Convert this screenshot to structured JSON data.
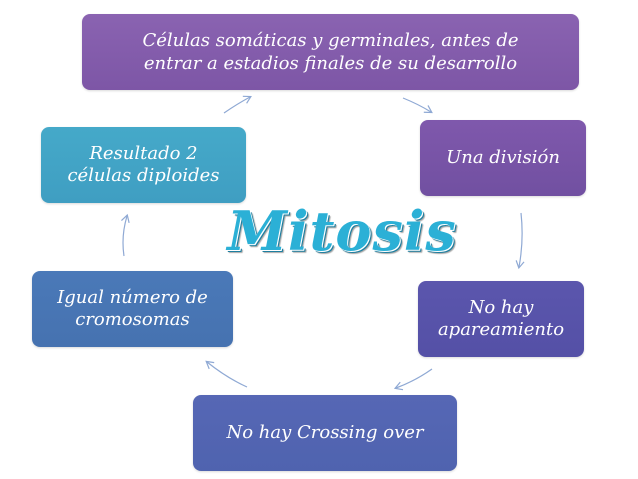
{
  "title": "Mitosis",
  "nodes": {
    "top": "Células somáticas y germinales, antes de\nentrar a estadios finales de su desarrollo",
    "right1": "Una división",
    "right2": "No hay\napareamiento",
    "bottom": "No hay Crossing over",
    "left2": "Igual número de\ncromosomas",
    "left1": "Resultado 2\ncélulas diploides"
  },
  "colors": {
    "title": "#2bb0d6",
    "arrow": "#8fa9d4",
    "node_top": "#8a63b1",
    "node_right1": "#7f58ac",
    "node_right2": "#5b56ad",
    "node_bottom": "#5667b5",
    "node_left2": "#4a79b8",
    "node_left1": "#45a9c9"
  }
}
